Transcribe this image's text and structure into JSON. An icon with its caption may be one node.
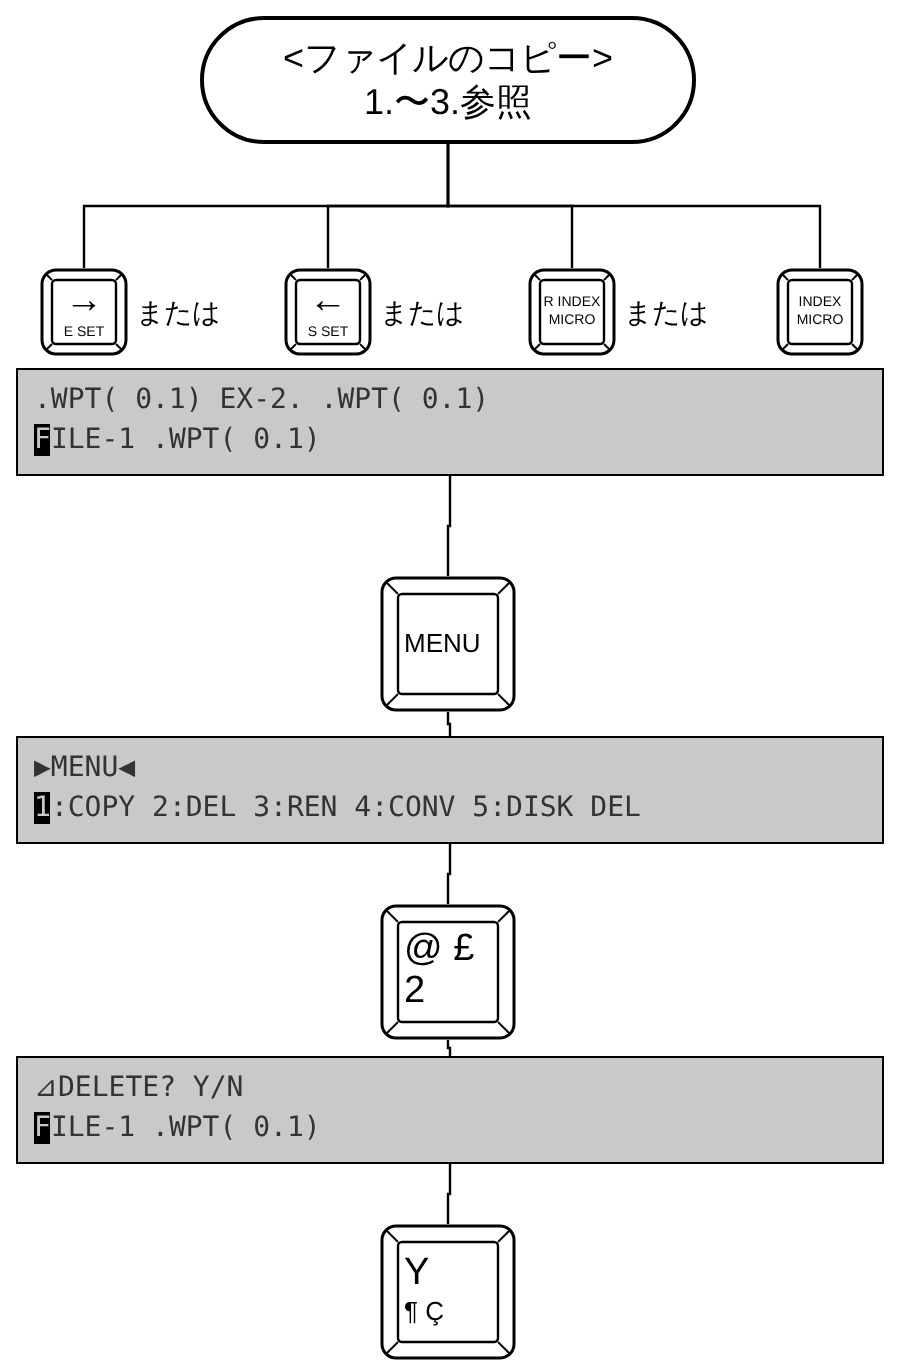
{
  "diagram": {
    "nodes": [
      {
        "text": [
          "<ファイルのコピー>",
          "1.〜3.参照"
        ]
      },
      {
        "text": [
          "→",
          "E SET"
        ]
      },
      {
        "text": [
          "←",
          "S SET"
        ]
      },
      {
        "text": [
          "R INDEX",
          "MICRO"
        ]
      },
      {
        "text": [
          "INDEX",
          "MICRO"
        ]
      },
      {
        "text": [
          ".WPT( 0.1) EX-2. .WPT( 0.1)",
          "FILE-1 .WPT( 0.1)"
        ]
      },
      {
        "text": [
          "MENU"
        ]
      },
      {
        "text": [
          "▶MENU◀",
          "1:COPY 2:DEL 3:REN 4:CONV 5:DISK DEL"
        ]
      },
      {
        "text": [
          "@ £",
          "2"
        ]
      },
      {
        "text": [
          "⊿DELETE? Y/N",
          "FILE-1 .WPT( 0.1)"
        ]
      },
      {
        "text": [
          "Y",
          "¶ Ç"
        ]
      }
    ],
    "edges": [
      {
        "from": 0,
        "to": 1,
        "arrow": "none"
      },
      {
        "from": 0,
        "to": 2,
        "arrow": "none"
      },
      {
        "from": 0,
        "to": 3,
        "arrow": "none"
      },
      {
        "from": 0,
        "to": 4,
        "arrow": "none"
      },
      {
        "from": 5,
        "to": 6,
        "arrow": "none"
      },
      {
        "from": 6,
        "to": 7,
        "arrow": "none"
      },
      {
        "from": 7,
        "to": 8,
        "arrow": "none"
      },
      {
        "from": 8,
        "to": 9,
        "arrow": "none"
      },
      {
        "from": 9,
        "to": 10,
        "arrow": "none"
      }
    ],
    "labels": [
      "または",
      "または",
      "または"
    ]
  }
}
